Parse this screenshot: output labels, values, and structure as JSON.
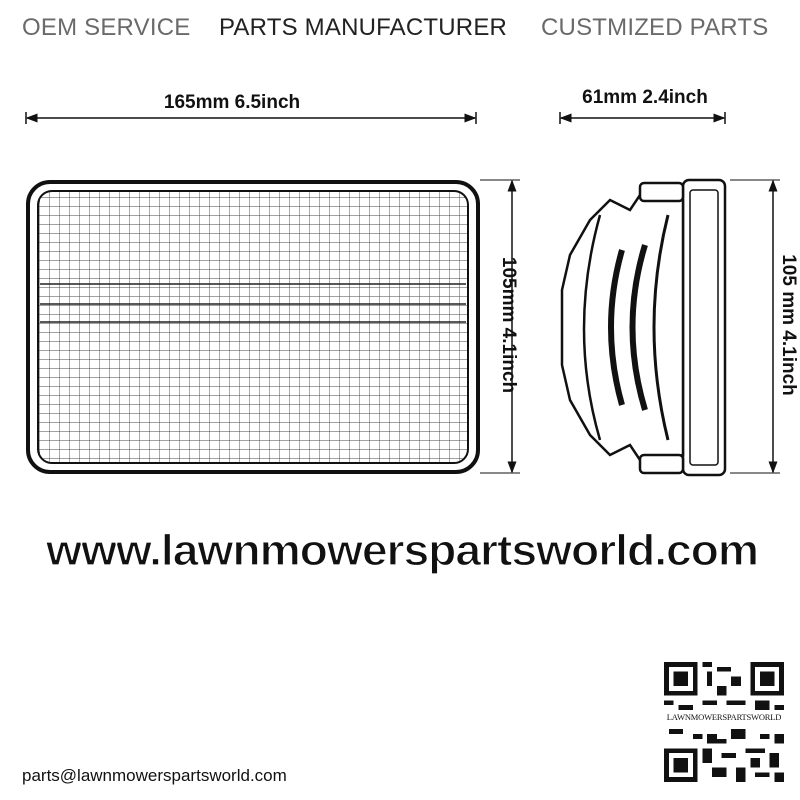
{
  "header": {
    "items": [
      "OEM SERVICE",
      "PARTS MANUFACTURER",
      "CUSTMIZED PARTS"
    ]
  },
  "dimensions": {
    "front_width": "165mm  6.5inch",
    "front_height": "105mm 4.1inch",
    "side_depth": "61mm 2.4inch",
    "side_height": "105 mm 4.1inch"
  },
  "watermark": "www.lawnmowerspartsworld.com",
  "footer": {
    "email": "parts@lawnmowerspartsworld.com",
    "qr_label": "LAWNMOWERSPARTSWORLD"
  }
}
